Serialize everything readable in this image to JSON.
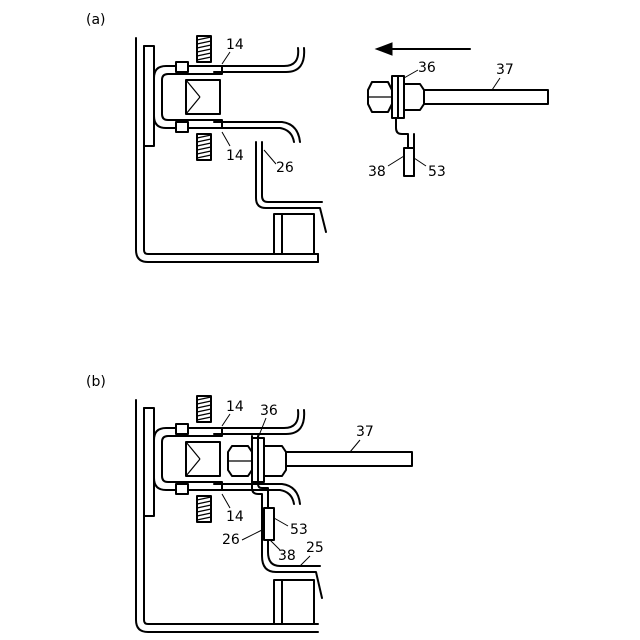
{
  "panels": {
    "a": {
      "caption": "(a)",
      "labels": {
        "l14_top": "14",
        "l14_bot": "14",
        "l26": "26",
        "l36": "36",
        "l37": "37",
        "l38": "38",
        "l53": "53"
      }
    },
    "b": {
      "caption": "(b)",
      "labels": {
        "l14_top": "14",
        "l14_bot": "14",
        "l36": "36",
        "l37": "37",
        "l53": "53",
        "l26": "26",
        "l38": "38",
        "l25": "25"
      }
    }
  },
  "icons": {
    "arrow": "left-arrow-icon"
  }
}
